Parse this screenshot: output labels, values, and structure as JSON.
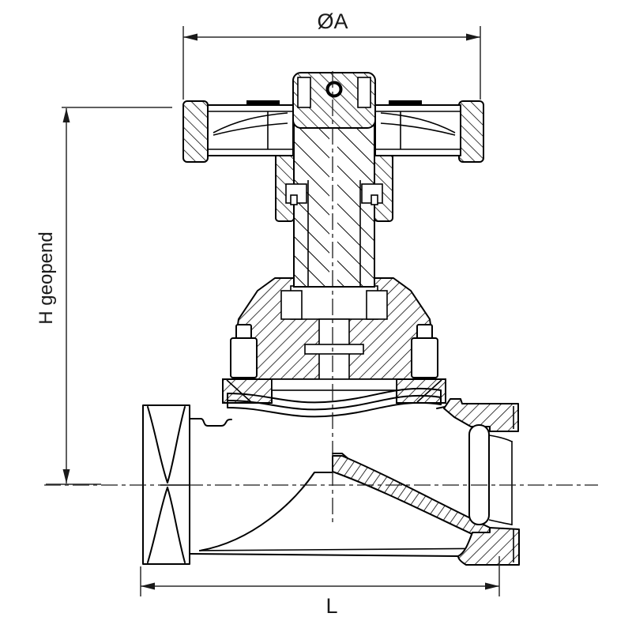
{
  "dimensions": {
    "diameter": {
      "label": "ØA"
    },
    "height": {
      "label": "H geopend"
    },
    "length": {
      "label": "L"
    }
  },
  "colors": {
    "line": "#000000",
    "dimension_line": "#2a2a2a",
    "background": "#ffffff"
  }
}
